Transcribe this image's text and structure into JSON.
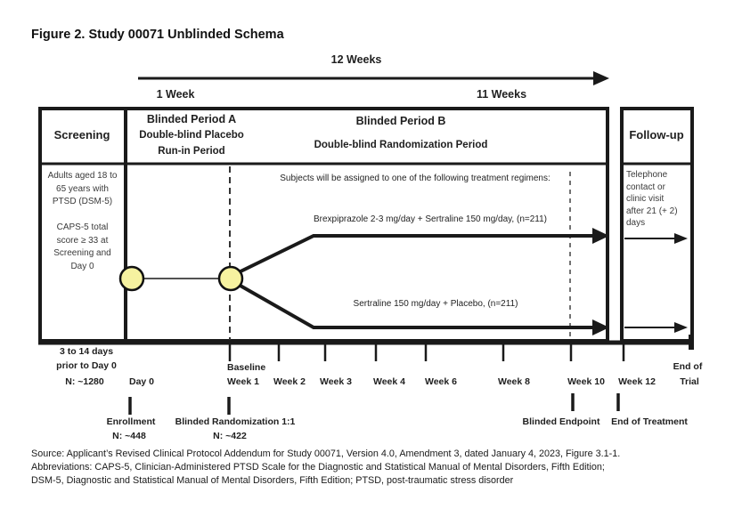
{
  "title": "Figure 2. Study 00071 Unblinded Schema",
  "duration_axis": {
    "total_label": "12 Weeks",
    "run_in_label": "1 Week",
    "randomization_label": "11 Weeks"
  },
  "schema": {
    "screening": {
      "header": "Screening",
      "criteria": "Adults aged 18 to\n65 years with\nPTSD (DSM-5)\n\nCAPS-5 total\nscore ≥ 33 at\nScreening and\nDay 0"
    },
    "period_a": {
      "title": "Blinded Period A",
      "subtitle1": "Double-blind Placebo",
      "subtitle2": "Run-in Period"
    },
    "period_b": {
      "title": "Blinded Period B",
      "subtitle": "Double-blind Randomization Period",
      "assignment_note": "Subjects will be assigned to one of the following treatment regimens:",
      "arm1_label": "Brexpiprazole 2-3 mg/day + Sertraline 150 mg/day,  (n=211)",
      "arm2_label": "Sertraline 150 mg/day + Placebo,  (n=211)"
    },
    "follow_up": {
      "header": "Follow-up",
      "body": "Telephone\ncontact or\nclinic visit\nafter 21 (+ 2)\ndays"
    }
  },
  "timeline": {
    "pre_screen_line1": "3 to 14 days",
    "pre_screen_line2": "prior to Day 0",
    "pre_screen_n": "N: ~1280",
    "day0": "Day 0",
    "baseline": "Baseline",
    "week1": "Week 1",
    "weeks": [
      "Week 2",
      "Week 3",
      "Week 4",
      "Week 6",
      "Week 8",
      "Week 10",
      "Week 12"
    ],
    "end_of_trial_line1": "End of",
    "end_of_trial_line2": "Trial",
    "enrollment_label": "Enrollment",
    "enrollment_n": "N: ~448",
    "randomization_label": "Blinded Randomization 1:1",
    "randomization_n": "N: ~422",
    "blinded_endpoint": "Blinded Endpoint",
    "end_of_treatment": "End of Treatment"
  },
  "footer": {
    "source": "Source: Applicant’s Revised Clinical Protocol Addendum for Study 00071, Version 4.0, Amendment 3, dated January 4, 2023, Figure 3.1-1.",
    "abbreviations": "Abbreviations: CAPS-5, Clinician-Administered PTSD Scale for the Diagnostic and Statistical Manual of Mental Disorders, Fifth Edition;\nDSM-5, Diagnostic and Statistical Manual of Mental Disorders, Fifth Edition; PTSD, post-traumatic stress disorder"
  },
  "colors": {
    "node_fill": "#F6F2A0",
    "ink": "#1a1a1a"
  }
}
